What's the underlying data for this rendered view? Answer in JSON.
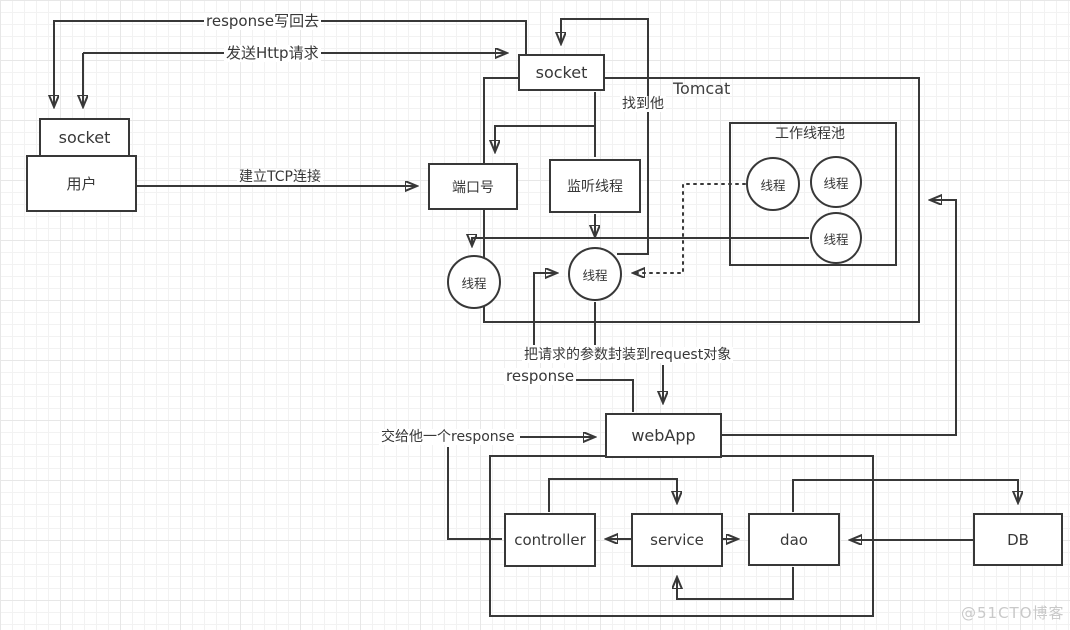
{
  "diagram": {
    "nodes": {
      "user_socket": "socket",
      "user": "用户",
      "server_socket": "socket",
      "tomcat": "Tomcat",
      "port": "端口号",
      "listener_thread": "监听线程",
      "worker_pool": "工作线程池",
      "pool_threads": [
        "线程",
        "线程",
        "线程"
      ],
      "handler_threads": [
        "线程",
        "线程"
      ],
      "webapp": "webApp",
      "controller": "controller",
      "service": "service",
      "dao": "dao",
      "db": "DB"
    },
    "edge_labels": {
      "response_back": "response写回去",
      "send_http": "发送Http请求",
      "tcp_connect": "建立TCP连接",
      "find_socket": "找到他",
      "wrap_request": "把请求的参数封装到request对象",
      "response_obj": "response",
      "give_response": "交给他一个response"
    },
    "colors": {
      "edge": "#383838",
      "text": "#383838",
      "watermark": "#c9c9c9"
    }
  },
  "watermark": "@51CTO博客"
}
